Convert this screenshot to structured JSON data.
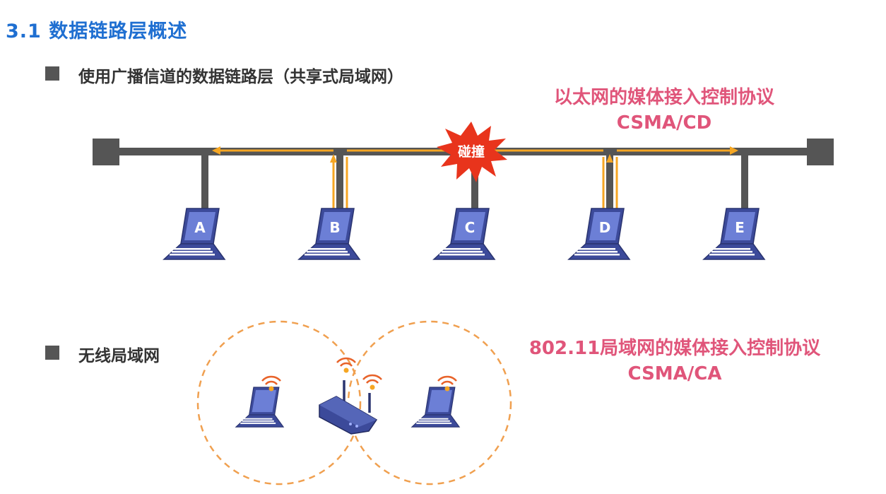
{
  "title": "3.1 数据链路层概述",
  "section1": {
    "label": "使用广播信道的数据链路层（共享式局域网）"
  },
  "section2": {
    "label": "无线局域网"
  },
  "ethernet_protocol": {
    "line1": "以太网的媒体接入控制协议",
    "line2": "CSMA/CD"
  },
  "wireless_protocol": {
    "line1": "802.11局域网的媒体接入控制协议",
    "line2": "CSMA/CA"
  },
  "collision_label": "碰撞",
  "hosts": [
    {
      "label": "A"
    },
    {
      "label": "B"
    },
    {
      "label": "C"
    },
    {
      "label": "D"
    },
    {
      "label": "E"
    }
  ],
  "colors": {
    "bus": "#555555",
    "signal": "#f5a623",
    "collision": "#e8341c",
    "protocol_text": "#e0557a",
    "title": "#1f6fd1",
    "laptop": "#3c4a9a",
    "range_circle": "#f0a050"
  },
  "icons": [
    "laptop-icon",
    "wireless-router-icon",
    "wifi-signal-icon",
    "collision-burst-icon"
  ]
}
